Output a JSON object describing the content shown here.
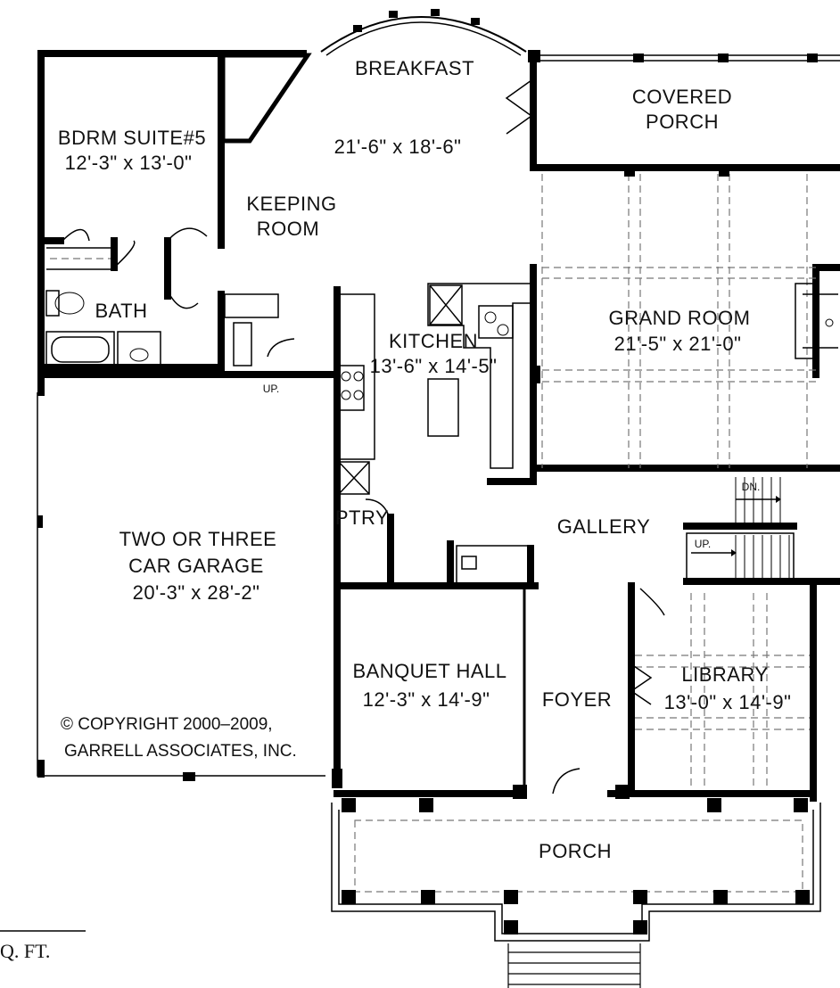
{
  "plan": {
    "rooms": {
      "breakfast": {
        "name": "BREAKFAST",
        "size": "21'-6\" x 18'-6\""
      },
      "covered_porch": {
        "line1": "COVERED",
        "line2": "PORCH"
      },
      "bdrm_suite": {
        "name": "BDRM SUITE#5",
        "size": "12'-3\" x 13'-0\""
      },
      "keeping_room": {
        "line1": "KEEPING",
        "line2": "ROOM"
      },
      "bath": {
        "name": "BATH"
      },
      "kitchen": {
        "name": "KITCHEN",
        "size": "13'-6\" x 14'-5\""
      },
      "grand_room": {
        "name": "GRAND ROOM",
        "size": "21'-5\" x 21'-0\""
      },
      "garage": {
        "line1": "TWO OR THREE",
        "line2": "CAR GARAGE",
        "size": "20'-3\" x 28'-2\""
      },
      "ptry": {
        "name": "PTRY"
      },
      "gallery": {
        "name": "GALLERY"
      },
      "banquet_hall": {
        "name": "BANQUET HALL",
        "size": "12'-3\" x 14'-9\""
      },
      "foyer": {
        "name": "FOYER"
      },
      "library": {
        "name": "LIBRARY",
        "size": "13'-0\" x 14'-9\""
      },
      "porch": {
        "name": "PORCH"
      }
    },
    "stair_labels": {
      "up_1": "UP.",
      "up_2": "UP.",
      "dn": "DN."
    },
    "copyright": {
      "line1": "© COPYRIGHT 2000–2009,",
      "line2": "GARRELL ASSOCIATES, INC."
    },
    "sqft_fragment": "Q. FT."
  }
}
